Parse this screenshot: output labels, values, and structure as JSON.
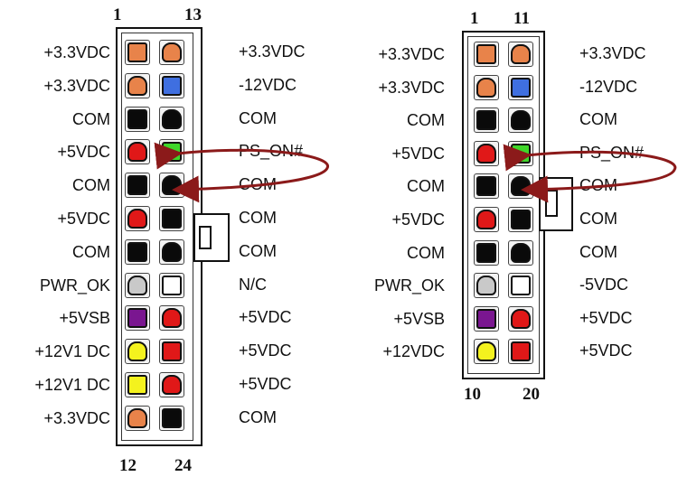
{
  "colors": {
    "orange": "#e8834a",
    "blue": "#3f6fe0",
    "black": "#0a0a0a",
    "red": "#e01818",
    "green": "#3fd62a",
    "gray": "#c9c9c9",
    "white": "#ffffff",
    "purple": "#7a1690",
    "yellow": "#f4f21e",
    "arrow": "#8b1a1a"
  },
  "connector24": {
    "corner_labels": {
      "top_left": "1",
      "top_right": "13",
      "bottom_left": "12",
      "bottom_right": "24"
    },
    "left_labels": [
      "+3.3VDC",
      "+3.3VDC",
      "COM",
      "+5VDC",
      "COM",
      "+5VDC",
      "COM",
      "PWR_OK",
      "+5VSB",
      "+12V1 DC",
      "+12V1 DC",
      "+3.3VDC"
    ],
    "right_labels": [
      "+3.3VDC",
      "-12VDC",
      "COM",
      "PS_ON#",
      "COM",
      "COM",
      "COM",
      "N/C",
      "+5VDC",
      "+5VDC",
      "+5VDC",
      "COM"
    ],
    "left_pins": [
      "orange",
      "orange",
      "black",
      "red",
      "black",
      "red",
      "black",
      "gray",
      "purple",
      "yellow",
      "yellow",
      "orange"
    ],
    "right_pins": [
      "orange",
      "blue",
      "black",
      "green",
      "black",
      "black",
      "black",
      "white",
      "red",
      "red",
      "red",
      "black"
    ]
  },
  "connector20": {
    "corner_labels": {
      "top_left": "1",
      "top_right": "11",
      "bottom_left": "10",
      "bottom_right": "20"
    },
    "left_labels": [
      "+3.3VDC",
      "+3.3VDC",
      "COM",
      "+5VDC",
      "COM",
      "+5VDC",
      "COM",
      "PWR_OK",
      "+5VSB",
      "+12VDC"
    ],
    "right_labels": [
      "+3.3VDC",
      "-12VDC",
      "COM",
      "PS_ON#",
      "COM",
      "COM",
      "COM",
      "-5VDC",
      "+5VDC",
      "+5VDC"
    ],
    "left_pins": [
      "orange",
      "orange",
      "black",
      "red",
      "black",
      "red",
      "black",
      "gray",
      "purple",
      "yellow"
    ],
    "right_pins": [
      "orange",
      "blue",
      "black",
      "green",
      "black",
      "black",
      "black",
      "white",
      "red",
      "red"
    ]
  }
}
